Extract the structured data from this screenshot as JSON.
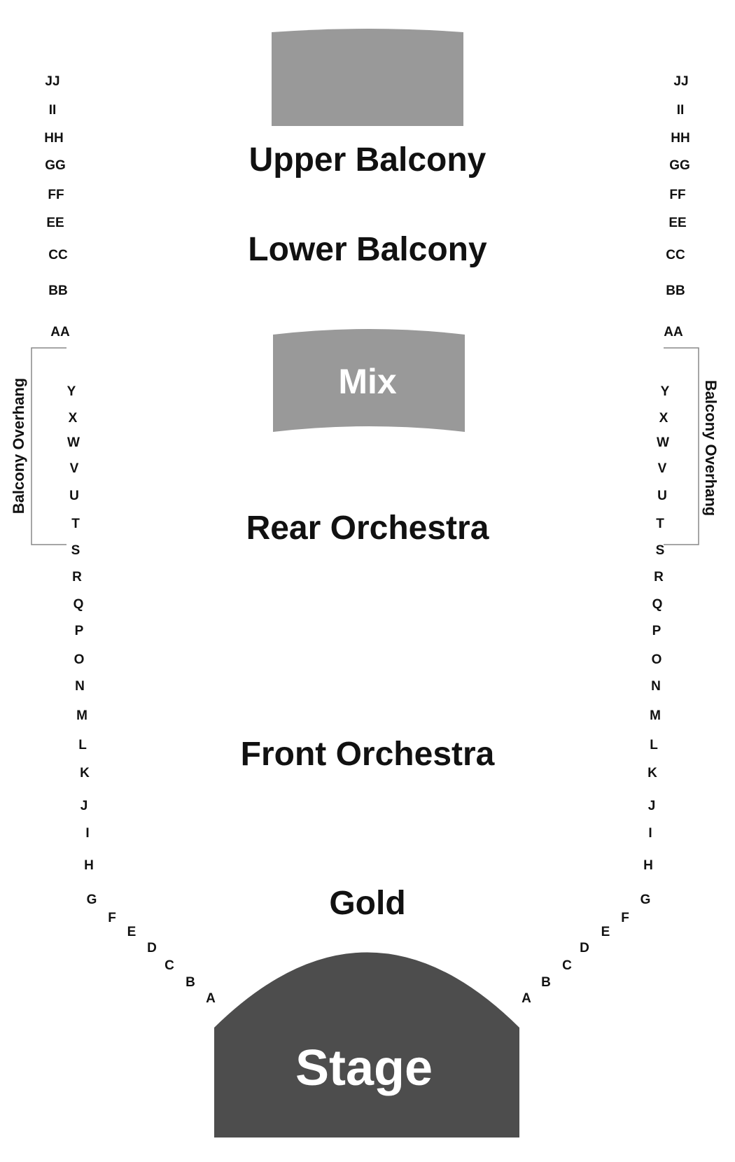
{
  "sections": {
    "upper_balcony": "Upper Balcony",
    "lower_balcony": "Lower Balcony",
    "rear_orchestra": "Rear Orchestra",
    "front_orchestra": "Front Orchestra",
    "gold": "Gold"
  },
  "blocks": {
    "mix": "Mix",
    "stage": "Stage"
  },
  "overhang_label": "Balcony Overhang",
  "rows": [
    "JJ",
    "II",
    "HH",
    "GG",
    "FF",
    "EE",
    "CC",
    "BB",
    "AA",
    "Y",
    "X",
    "W",
    "V",
    "U",
    "T",
    "S",
    "R",
    "Q",
    "P",
    "O",
    "N",
    "M",
    "L",
    "K",
    "J",
    "I",
    "H",
    "G",
    "F",
    "E",
    "D",
    "C",
    "B",
    "A"
  ],
  "colors": {
    "block_fill": "#999999",
    "stage_fill": "#4d4d4d",
    "text": "#111111",
    "bracket": "#888888"
  }
}
